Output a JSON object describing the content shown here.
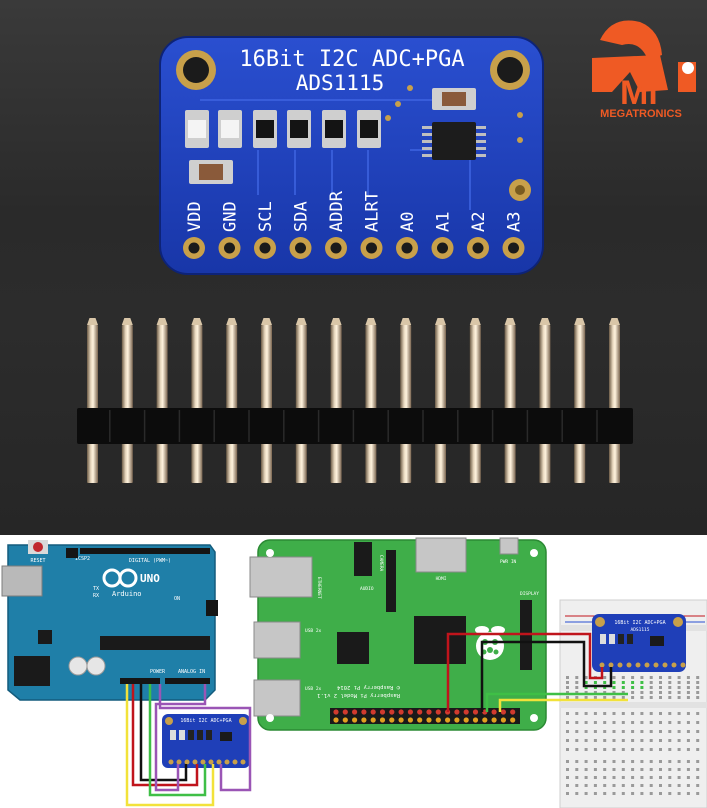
{
  "logo": {
    "brand": "MEGATRONICS",
    "initials": "Mi"
  },
  "board": {
    "title_line1": "16Bit I2C ADC+PGA",
    "title_line2": "ADS1115",
    "pins": [
      "VDD",
      "GND",
      "SCL",
      "SDA",
      "ADDR",
      "ALRT",
      "A0",
      "A1",
      "A2",
      "A3"
    ]
  },
  "arduino": {
    "brand": "Arduino",
    "model": "UNO",
    "label_digital": "DIGITAL (PWM~)",
    "label_power": "POWER",
    "label_analog": "ANALOG IN",
    "label_reset": "RESET",
    "label_icsp": "ICSP2",
    "label_tx": "TX",
    "label_rx": "RX",
    "label_on": "ON"
  },
  "raspberry": {
    "model_text": "Raspberry Pi Model 2 v1.1",
    "copyright": "© Raspberry Pi 2014",
    "label_ethernet": "ETHERNET",
    "label_hdmi": "HDMI",
    "label_usb1": "USB 2x",
    "label_usb2": "USB 2x",
    "label_power": "PWR IN",
    "label_audio": "AUDIO",
    "label_camera": "CAMERA",
    "label_display": "DISPLAY"
  },
  "colors": {
    "pcb_blue": "#1f3fb8",
    "pcb_dark": "#162f96",
    "arduino_teal": "#1f7fa8",
    "rpi_green": "#3fae49",
    "wire_red": "#c0141c",
    "wire_black": "#111111",
    "wire_yellow": "#f2e23a",
    "wire_green": "#3fbf46",
    "wire_purple": "#9a55b5",
    "brand_orange": "#ef5a24"
  }
}
